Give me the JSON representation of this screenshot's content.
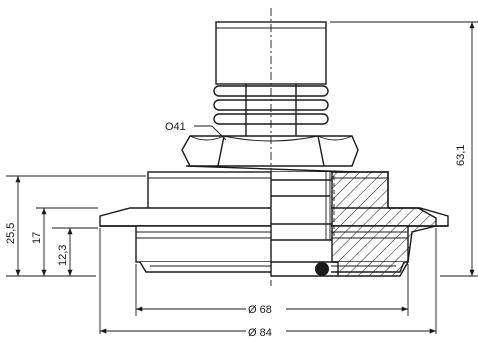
{
  "dimensions": {
    "hex_across_flats": "O41",
    "total_height": "63,1",
    "height_flange_top": "25,5",
    "height_flange": "17",
    "height_thread": "12,3",
    "thread_diameter": "Ø 68",
    "flange_diameter": "Ø 84"
  }
}
